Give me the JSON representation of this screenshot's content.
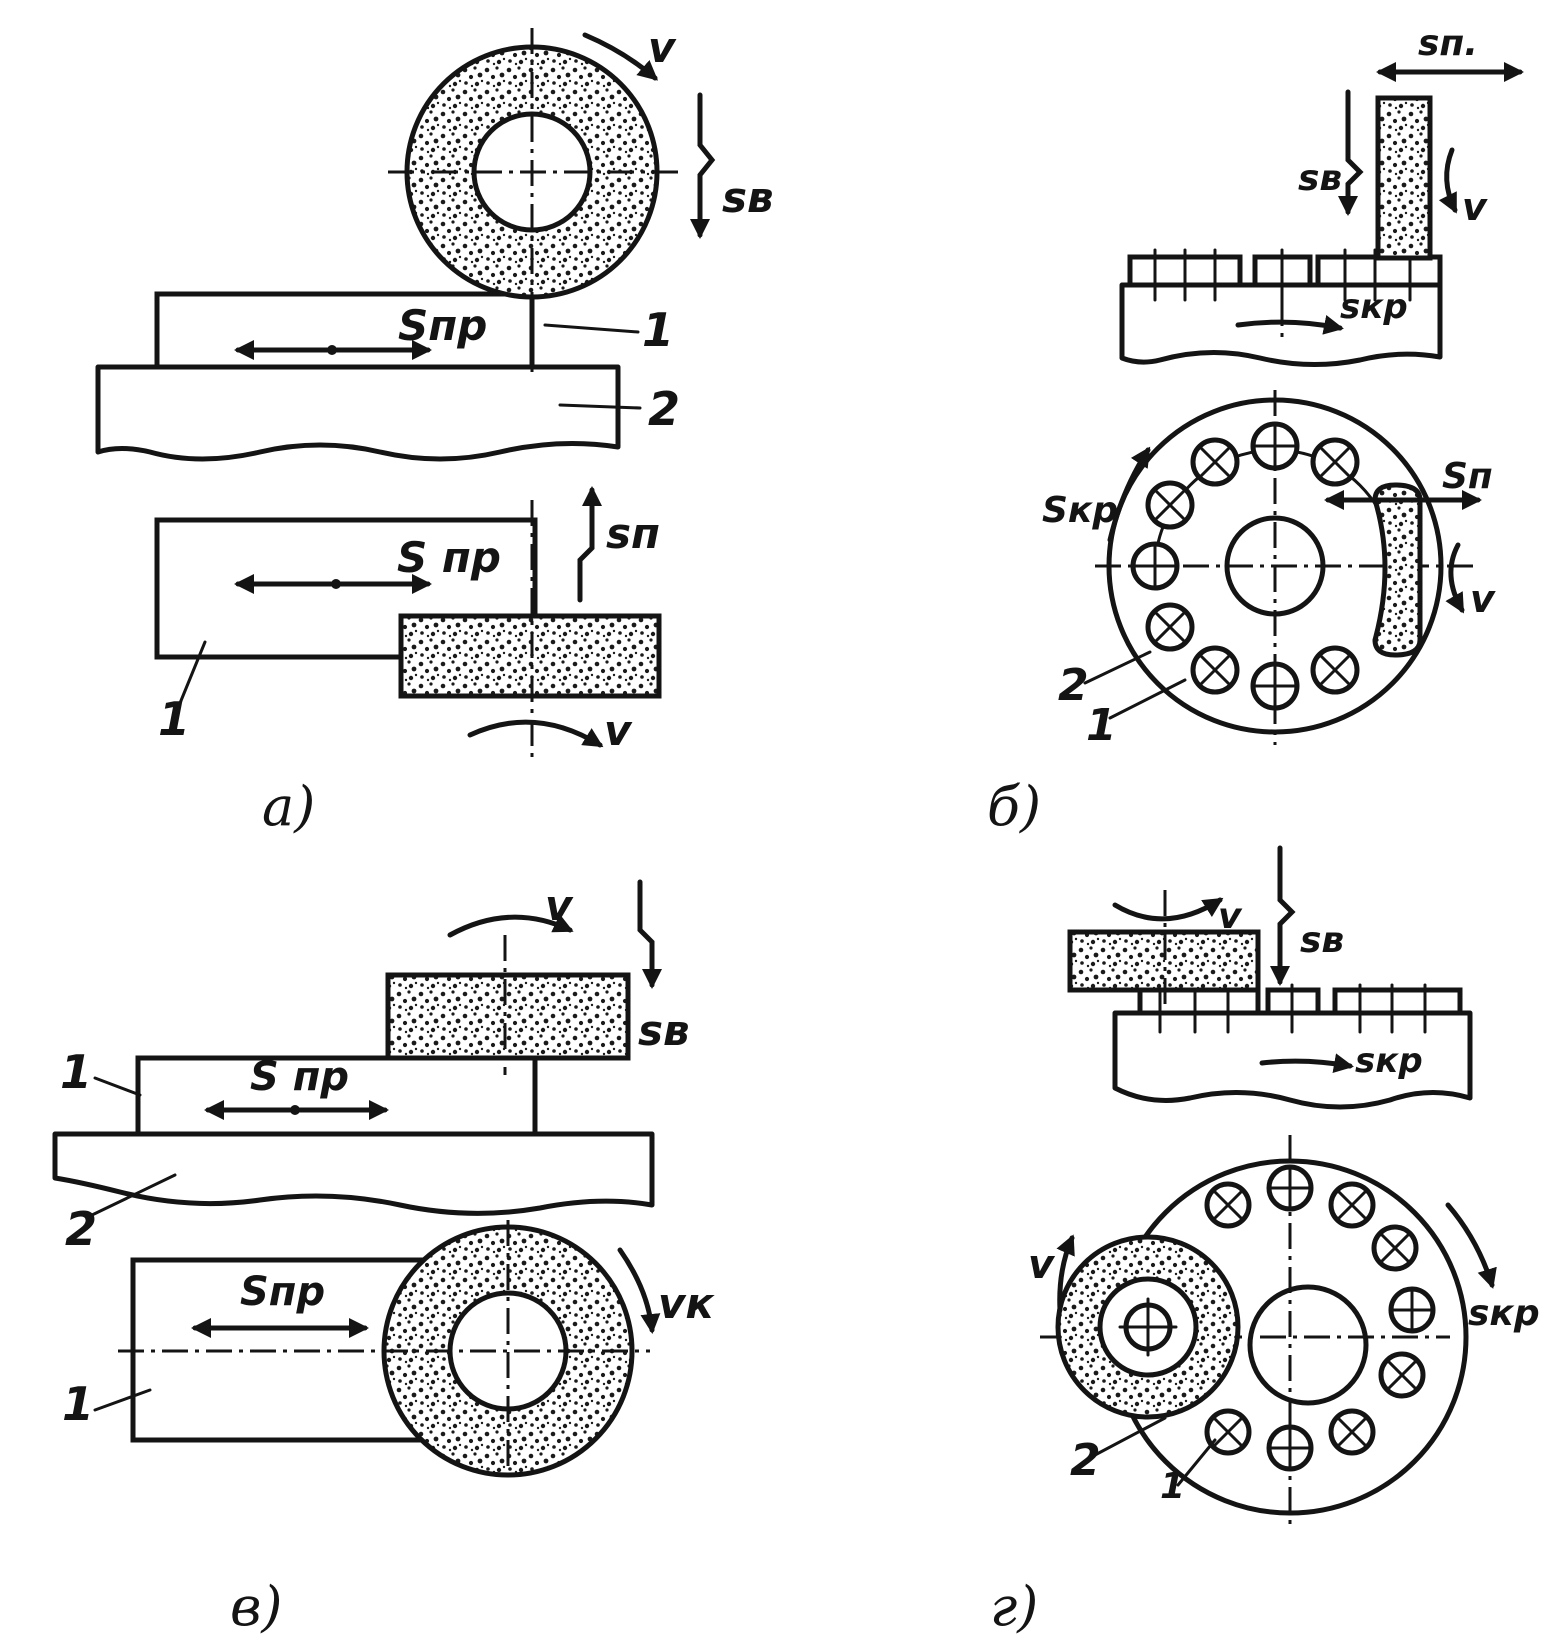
{
  "panels": {
    "a": {
      "caption": "а)",
      "feed_longitudinal": "Sпр",
      "feed_longitudinal_lower": "S пр",
      "feed_vertical": "sв",
      "feed_cross": "sп",
      "speed": "v",
      "part1": "1",
      "part2": "2",
      "part1_lower": "1"
    },
    "b": {
      "caption": "б)",
      "feed_cross_top": "sп.",
      "feed_vertical": "sв",
      "speed_top": "v",
      "feed_circular_top": "sкр",
      "feed_circular": "Sкр",
      "feed_cross": "Sп",
      "speed": "v",
      "part2": "2",
      "part1": "1"
    },
    "v": {
      "caption": "в)",
      "speed": "v",
      "feed_vertical": "sв",
      "part1": "1",
      "feed_longitudinal": "S пр",
      "part2": "2",
      "feed_longitudinal_lower": "Sпр",
      "speed_k": "vк",
      "part1_lower": "1"
    },
    "g": {
      "caption": "г)",
      "speed_top": "v",
      "feed_vertical": "sв",
      "feed_circular_top": "sкр",
      "speed": "v",
      "feed_circular": "sкр",
      "part2": "2",
      "part1": "1"
    }
  }
}
